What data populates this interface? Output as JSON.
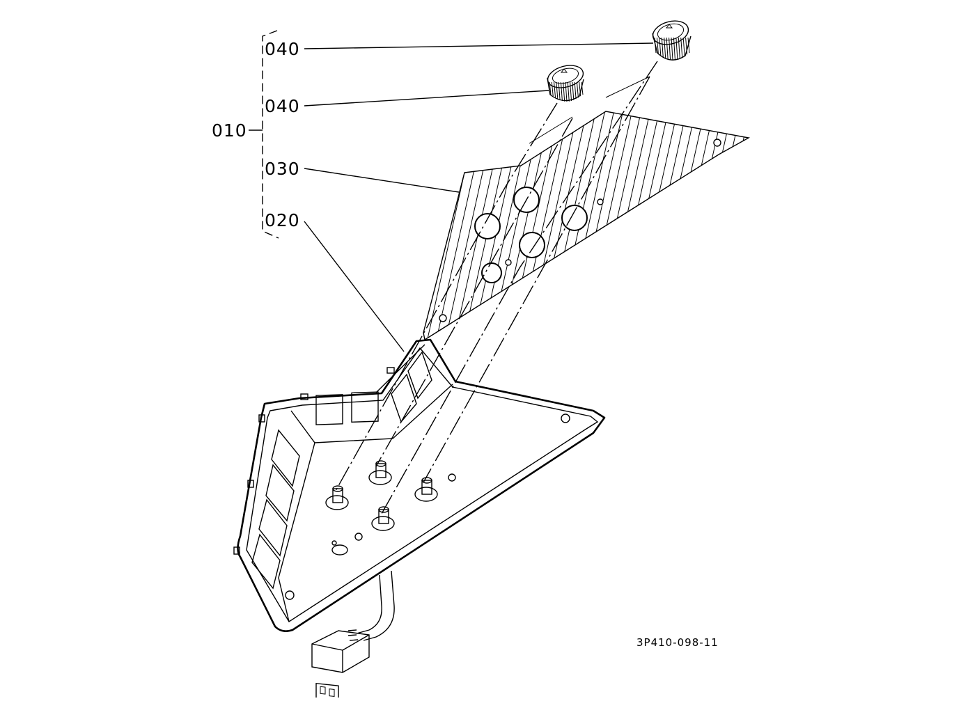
{
  "labels": {
    "assembly": "010",
    "panel": "020",
    "label_sheet": "030",
    "knob_upper": "040",
    "knob_lower": "040"
  },
  "drawing_code": "3P410-098-11"
}
